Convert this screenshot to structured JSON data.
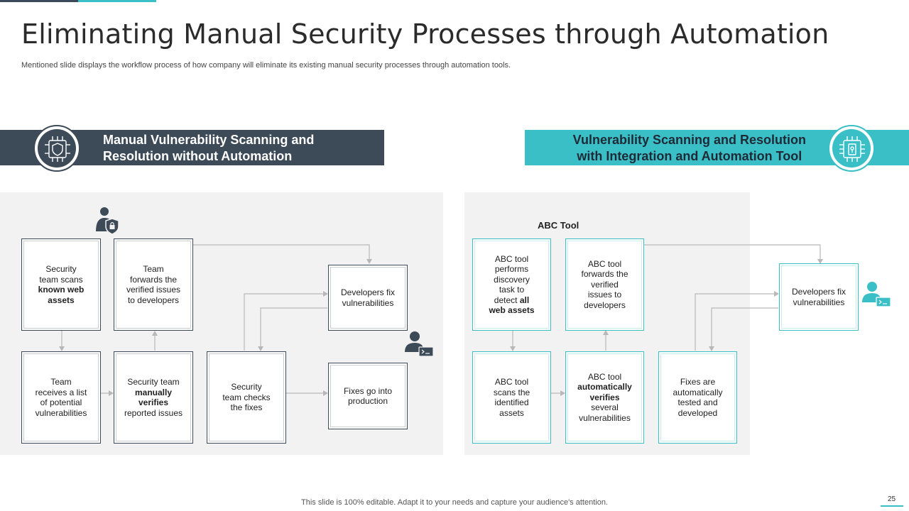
{
  "slide": {
    "title": "Eliminating Manual Security Processes through Automation",
    "subtitle": "Mentioned slide displays the workflow process of how company will eliminate its existing manual security processes through automation tools.",
    "footer": "This slide is 100% editable. Adapt it to your needs and capture your audience's attention.",
    "page_number": "25"
  },
  "left": {
    "heading_line1": "Manual Vulnerability Scanning and",
    "heading_line2": "Resolution without Automation",
    "boxes": {
      "scan": {
        "t1": "Security",
        "t2": "team scans",
        "t3": "known web",
        "t4": "assets"
      },
      "forward": {
        "t1": "Team",
        "t2": "forwards the",
        "t3": "verified issues",
        "t4": "to developers"
      },
      "receive": {
        "t1": "Team",
        "t2": "receives a list",
        "t3": "of potential",
        "t4": "vulnerabilities"
      },
      "verify": {
        "t1": "Security team",
        "t2": "manually",
        "t3": "verifies",
        "t4": "reported issues"
      },
      "check": {
        "t1": "Security",
        "t2": "team checks",
        "t3": "the fixes"
      },
      "devfix": {
        "t1": "Developers fix",
        "t2": "vulnerabilities"
      },
      "production": {
        "t1": "Fixes go into",
        "t2": "production"
      }
    }
  },
  "right": {
    "heading_line1": "Vulnerability Scanning and Resolution",
    "heading_line2": "with Integration and Automation Tool",
    "tool_label": "ABC Tool",
    "boxes": {
      "discovery": {
        "t1": "ABC tool",
        "t2": "performs",
        "t3": "discovery",
        "t4": "task to",
        "t5": "detect ",
        "t6": "all",
        "t7": "web assets"
      },
      "forward": {
        "t1": "ABC tool",
        "t2": "forwards the",
        "t3": "verified",
        "t4": "issues to",
        "t5": "developers"
      },
      "scan": {
        "t1": "ABC tool",
        "t2": "scans the",
        "t3": "identified",
        "t4": "assets"
      },
      "verify": {
        "t1": "ABC tool",
        "t2": "automatically",
        "t3": "verifies",
        "t4": "several",
        "t5": "vulnerabilities"
      },
      "fixes": {
        "t1": "Fixes are",
        "t2": "automatically",
        "t3": "tested and",
        "t4": "developed"
      },
      "devfix": {
        "t1": "Developers fix",
        "t2": "vulnerabilities"
      }
    }
  },
  "colors": {
    "dark": "#3d4a57",
    "teal": "#3bbfc6",
    "panel": "#f2f2f2",
    "arrow": "#b8b8b8"
  },
  "icons": [
    "shield-chip-icon",
    "lock-chip-icon",
    "user-lock-icon",
    "developer-terminal-icon",
    "developer-terminal-teal-icon"
  ]
}
